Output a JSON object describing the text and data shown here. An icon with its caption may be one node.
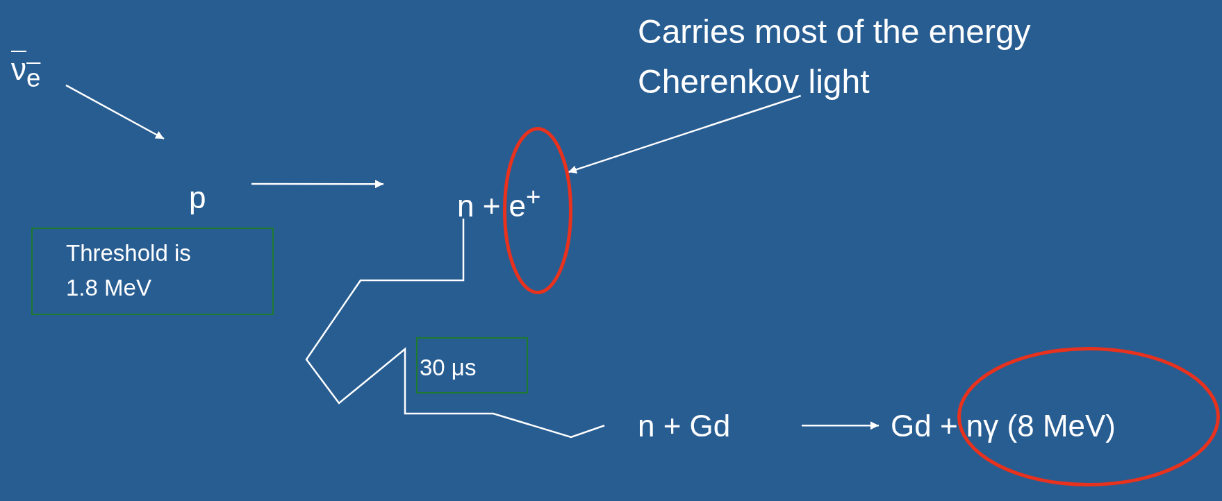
{
  "diagram": {
    "nodes": [
      {
        "text": [
          "Carries most of the energy",
          "Cherenkov light"
        ]
      },
      {
        "text": [
          "ν$_{e}$"
        ]
      },
      {
        "text": [
          "p"
        ]
      },
      {
        "text": [
          "n + e$^{+}$"
        ]
      },
      {
        "text": [],
        "shape": "circle"
      },
      {
        "text": [
          "Threshold is 1.8 MeV"
        ]
      },
      {
        "text": [
          "30 μs"
        ]
      },
      {
        "text": [
          "n + Gd"
        ]
      },
      {
        "text": [
          "Gd + nγ (8 MeV)"
        ]
      },
      {
        "text": [],
        "shape": "circle"
      }
    ],
    "edges": [
      {
        "from": 1,
        "to": 2,
        "arrow": "to"
      },
      {
        "from": 2,
        "to": 3,
        "arrow": "to"
      },
      {
        "from": 0,
        "to": 4,
        "arrow": "to"
      },
      {
        "from": 3,
        "to": 7,
        "arrow": "none"
      },
      {
        "from": 7,
        "to": 8,
        "arrow": "to"
      }
    ]
  }
}
